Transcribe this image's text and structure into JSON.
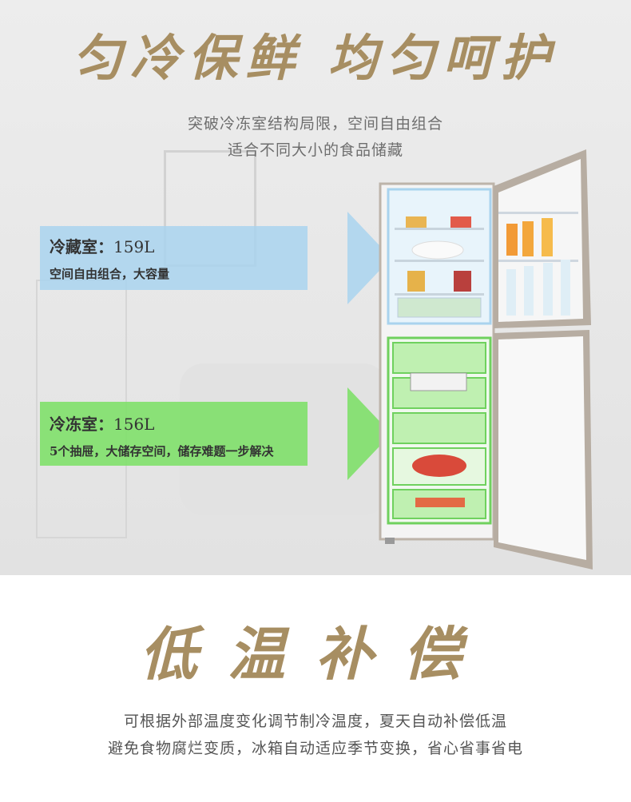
{
  "section1": {
    "title": "匀冷保鲜 均匀呵护",
    "subtitle_line1": "突破冷冻室结构局限，空间自由组合",
    "subtitle_line2": "适合不同大小的食品储藏"
  },
  "fridge_compartment": {
    "name": "冷藏室：",
    "volume": "159L",
    "description": "空间自由组合，大容量",
    "arrow_color": "#a9d3ee"
  },
  "freezer_compartment": {
    "name": "冷冻室：",
    "volume": "156L",
    "description": "5个抽屉，大储存空间，储存难题一步解决",
    "arrow_color": "#7fe06a"
  },
  "section2": {
    "title": "低温补偿",
    "subtitle_line1": "可根据外部温度变化调节制冷温度，夏天自动补偿低温",
    "subtitle_line2": "避免食物腐烂变质，冰箱自动适应季节变换，省心省事省电"
  },
  "colors": {
    "title_gold": "#a78e62",
    "fridge_body": "#b7ada2"
  }
}
